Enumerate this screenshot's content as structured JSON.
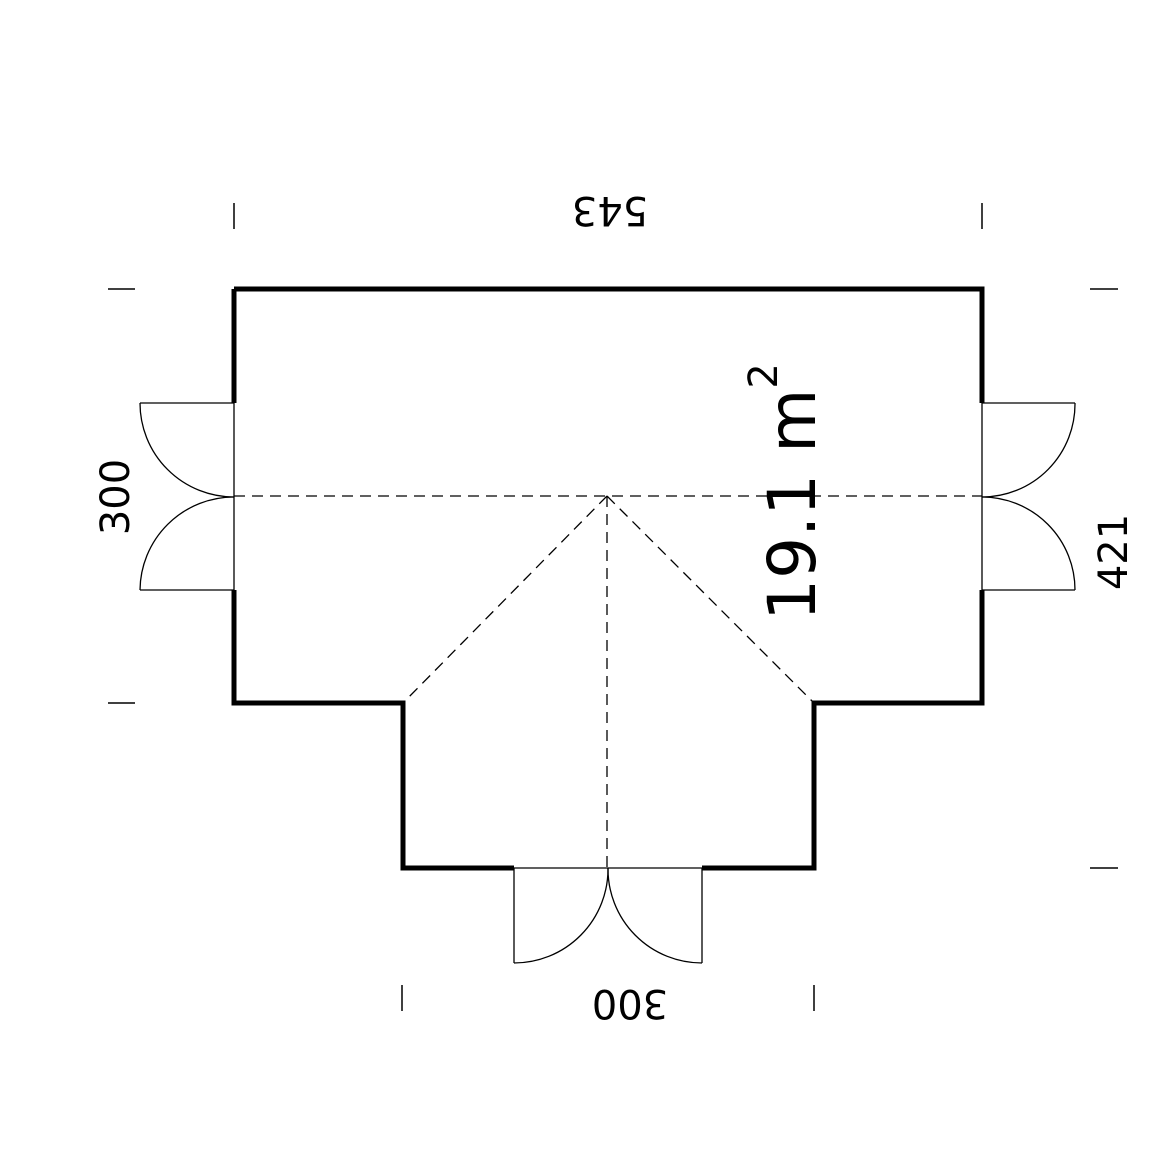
{
  "floor_plan": {
    "dimensions": {
      "top": "543",
      "left": "300",
      "right": "421",
      "bottom": "300"
    },
    "area": {
      "value": "19.1 m",
      "unit_exponent": "2"
    },
    "doors": [
      "left-double-door",
      "right-double-door",
      "bottom-double-door"
    ]
  }
}
